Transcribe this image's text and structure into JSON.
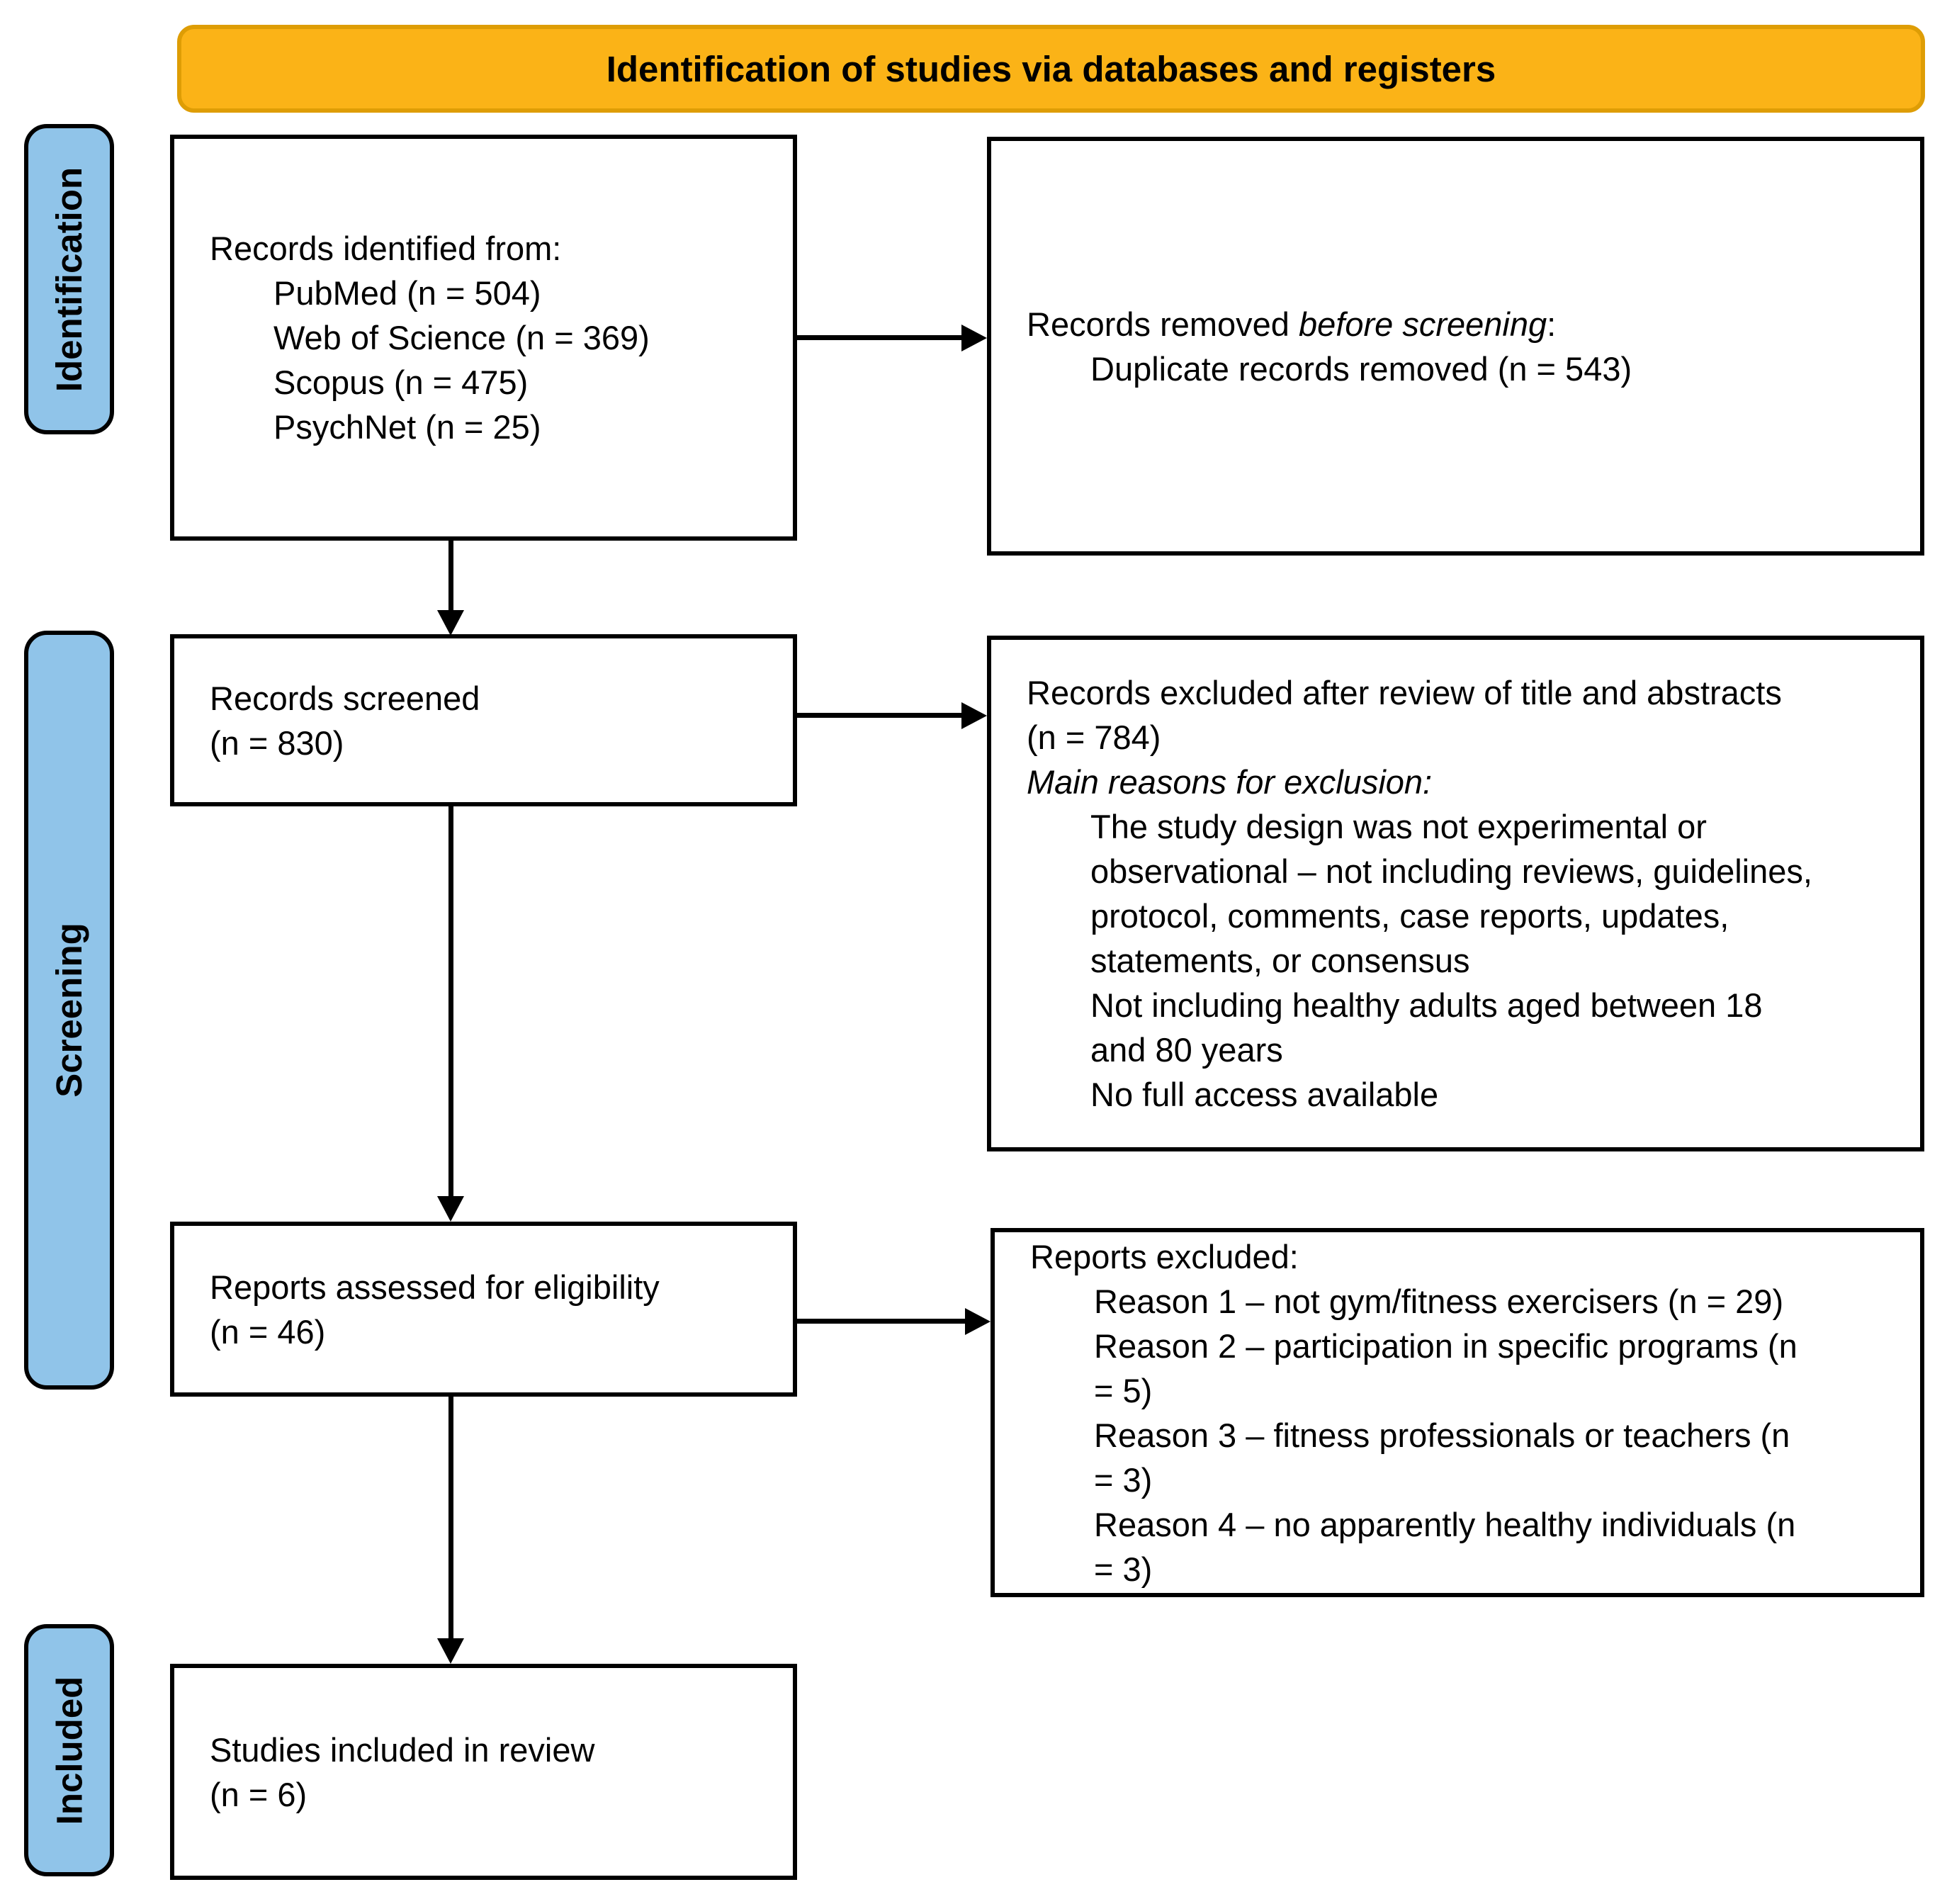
{
  "colors": {
    "banner-bg": "#FBB317",
    "banner-border": "#DE9D05",
    "stage-bg": "#90C4E9"
  },
  "banner": {
    "title": "Identification of studies via databases and registers"
  },
  "stages": {
    "identification": "Identification",
    "screening": "Screening",
    "included": "Included"
  },
  "boxes": {
    "records_identified": {
      "lines": [
        {
          "t": "Records identified from:"
        },
        {
          "t": "PubMed (n = 504)",
          "ind": 1
        },
        {
          "t": "Web of Science (n = 369)",
          "ind": 1
        },
        {
          "t": "Scopus (n = 475)",
          "ind": 1
        },
        {
          "t": "PsychNet (n = 25)",
          "ind": 1
        }
      ]
    },
    "records_removed": {
      "lines": [
        {
          "parts": [
            {
              "t": "Records removed "
            },
            {
              "t": "before screening",
              "i": true
            },
            {
              "t": ":"
            }
          ]
        },
        {
          "t": "Duplicate records removed (n = 543)",
          "ind": 1
        }
      ]
    },
    "records_screened": {
      "lines": [
        {
          "t": "Records screened"
        },
        {
          "t": "(n = 830)"
        }
      ]
    },
    "records_excluded": {
      "lines": [
        {
          "t": "Records excluded after review of title and abstracts"
        },
        {
          "t": "(n = 784)"
        },
        {
          "t": "Main reasons for exclusion:",
          "i": true
        },
        {
          "t": "The study design was not experimental or",
          "ind": 1
        },
        {
          "t": "observational – not including reviews, guidelines,",
          "ind": 1
        },
        {
          "t": "protocol, comments, case reports, updates,",
          "ind": 1
        },
        {
          "t": "statements, or consensus",
          "ind": 1
        },
        {
          "t": "Not including healthy adults aged between 18",
          "ind": 1
        },
        {
          "t": "and 80 years",
          "ind": 1
        },
        {
          "t": "No full access available",
          "ind": 1
        }
      ]
    },
    "reports_assessed": {
      "lines": [
        {
          "t": "Reports assessed for eligibility"
        },
        {
          "t": "(n = 46)"
        }
      ]
    },
    "reports_excluded": {
      "lines": [
        {
          "t": "Reports excluded:"
        },
        {
          "t": "Reason 1 – not gym/fitness exercisers (n = 29)",
          "ind": 1
        },
        {
          "t": "Reason 2 – participation in specific programs (n",
          "ind": 1
        },
        {
          "t": "= 5)",
          "ind": 1
        },
        {
          "t": "Reason 3 – fitness professionals or teachers (n",
          "ind": 1
        },
        {
          "t": "= 3)",
          "ind": 1
        },
        {
          "t": "Reason 4 – no apparently healthy individuals (n",
          "ind": 1
        },
        {
          "t": "= 3)",
          "ind": 1
        }
      ]
    },
    "studies_included": {
      "lines": [
        {
          "t": "Studies included in review"
        },
        {
          "t": "(n = 6)"
        }
      ]
    }
  }
}
